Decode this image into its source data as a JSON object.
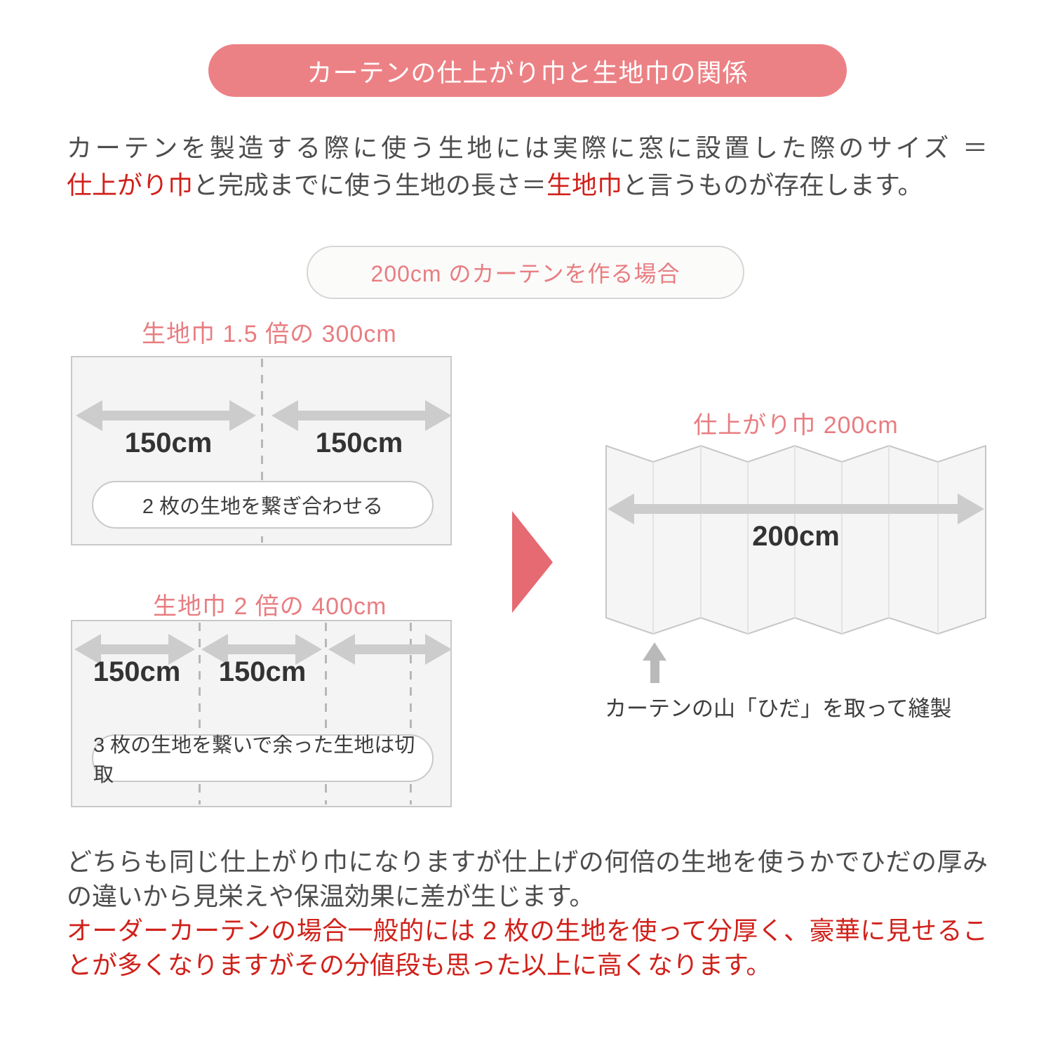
{
  "header": {
    "title": "カーテンの仕上がり巾と生地巾の関係"
  },
  "intro": {
    "line1": "カーテンを製造する際に使う生地には実際に窓に設置した際のサイズ ＝",
    "line2_seg1": "仕上がり巾",
    "line2_seg2": "と完成までに使う生地の長さ＝",
    "line2_seg3": "生地巾",
    "line2_seg4": "と言うものが存在します。"
  },
  "case_pill": {
    "label": "200cm のカーテンを作る場合"
  },
  "fabric_option_a": {
    "title": "生地巾 1.5 倍の 300cm",
    "segment1_width": "150cm",
    "segment2_width": "150cm",
    "note": "2 枚の生地を繋ぎ合わせる"
  },
  "fabric_option_b": {
    "title": "生地巾 2 倍の 400cm",
    "segment1_width": "150cm",
    "segment2_width": "150cm",
    "note": "3 枚の生地を繋いで余った生地は切取"
  },
  "result": {
    "title": "仕上がり巾 200cm",
    "width_label": "200cm",
    "caption": "カーテンの山「ひだ」を取って縫製"
  },
  "footer": {
    "line1": "どちらも同じ仕上がり巾になりますが仕上げの何倍の生地を使うかでひだの厚み",
    "line2": "の違いから見栄えや保温効果に差が生じます。",
    "line3": "オーダーカーテンの場合一般的には 2 枚の生地を使って分厚く、豪華に見せるこ",
    "line4": "とが多くなりますがその分値段も思った以上に高くなります。"
  },
  "colors": {
    "header_pill_bg": "#ec8185",
    "accent_pink": "#e87d81",
    "accent_red_text": "#d0211a",
    "body_text": "#4d4d4d",
    "measure_text": "#333333",
    "arrow_gray": "#cccccc",
    "box_bg": "#f4f4f4",
    "box_border": "#c9c9c9",
    "flow_triangle": "#e56a72"
  }
}
